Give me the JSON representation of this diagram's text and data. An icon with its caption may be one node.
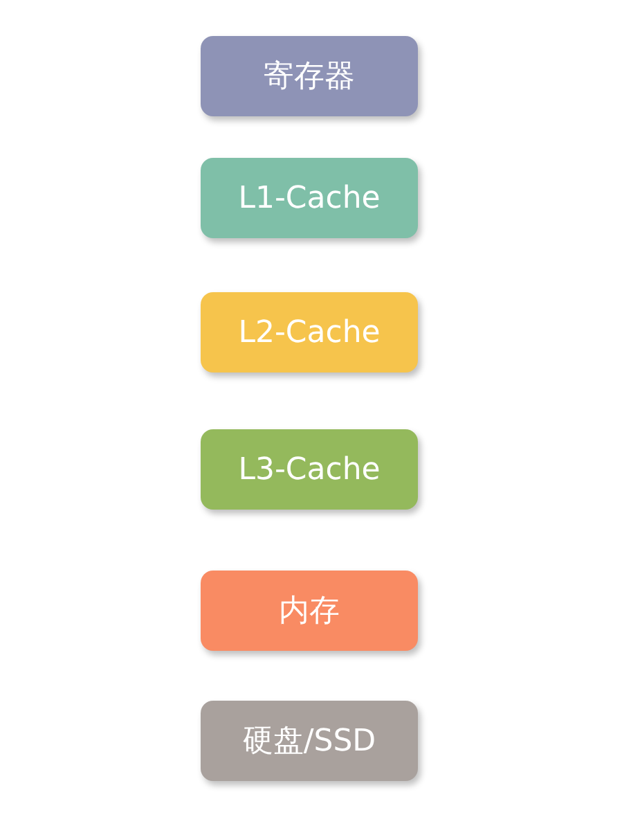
{
  "diagram": {
    "nodes": [
      {
        "text": [
          "寄存器"
        ]
      },
      {
        "text": [
          "L1-Cache"
        ]
      },
      {
        "text": [
          "L2-Cache"
        ]
      },
      {
        "text": [
          "L3-Cache"
        ]
      },
      {
        "text": [
          "内存"
        ]
      },
      {
        "text": [
          "硬盘/SSD"
        ]
      }
    ]
  }
}
